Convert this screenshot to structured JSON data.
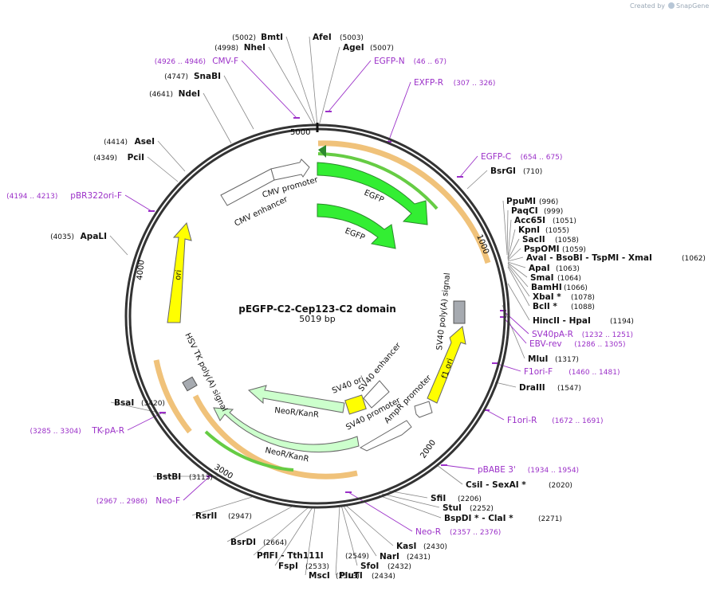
{
  "credit": "Created by",
  "brand": "SnapGene",
  "plasmid": {
    "name": "pEGFP-C2-Cep123-C2 domain",
    "size": "5019 bp"
  },
  "ruler": [
    "5000",
    "1000",
    "2000",
    "3000",
    "4000"
  ],
  "enzymes": [
    {
      "name": "BmtI",
      "pos": "(5002)"
    },
    {
      "name": "NheI",
      "pos": "(4998)"
    },
    {
      "name": "AfeI",
      "pos": "(5003)"
    },
    {
      "name": "AgeI",
      "pos": "(5007)"
    },
    {
      "name": "SnaBI",
      "pos": "(4747)"
    },
    {
      "name": "NdeI",
      "pos": "(4641)"
    },
    {
      "name": "AseI",
      "pos": "(4414)"
    },
    {
      "name": "PciI",
      "pos": "(4349)"
    },
    {
      "name": "ApaLI",
      "pos": "(4035)"
    },
    {
      "name": "BsrGI",
      "pos": "(710)"
    },
    {
      "name": "PpuMI",
      "pos": "(996)"
    },
    {
      "name": "PaqCI",
      "pos": "(999)"
    },
    {
      "name": "Acc65I",
      "pos": "(1051)"
    },
    {
      "name": "KpnI",
      "pos": "(1055)"
    },
    {
      "name": "SacII",
      "pos": "(1058)"
    },
    {
      "name": "PspOMI",
      "pos": "(1059)"
    },
    {
      "name": "AvaI - BsoBI - TspMI - XmaI",
      "pos": "(1062)"
    },
    {
      "name": "ApaI",
      "pos": "(1063)"
    },
    {
      "name": "SmaI",
      "pos": "(1064)"
    },
    {
      "name": "BamHI",
      "pos": "(1066)"
    },
    {
      "name": "XbaI *",
      "pos": "(1078)"
    },
    {
      "name": "BclI *",
      "pos": "(1088)"
    },
    {
      "name": "HincII - HpaI",
      "pos": "(1194)"
    },
    {
      "name": "MluI",
      "pos": "(1317)"
    },
    {
      "name": "DraIII",
      "pos": "(1547)"
    },
    {
      "name": "CsiI - SexAI *",
      "pos": "(2020)"
    },
    {
      "name": "SfiI",
      "pos": "(2206)"
    },
    {
      "name": "StuI",
      "pos": "(2252)"
    },
    {
      "name": "BspDI * - ClaI *",
      "pos": "(2271)"
    },
    {
      "name": "KasI",
      "pos": "(2430)"
    },
    {
      "name": "NarI",
      "pos": "(2431)"
    },
    {
      "name": "SfoI",
      "pos": "(2432)"
    },
    {
      "name": "PluTI",
      "pos": "(2434)"
    },
    {
      "name": "MscI",
      "pos": "(2513)"
    },
    {
      "name": "FspI",
      "pos": "(2533)"
    },
    {
      "name": "PflFI - Tth111I",
      "pos": "(2549)"
    },
    {
      "name": "BsrDI",
      "pos": "(2664)"
    },
    {
      "name": "RsrII",
      "pos": "(2947)"
    },
    {
      "name": "BstBI",
      "pos": "(3113)"
    },
    {
      "name": "BsaI",
      "pos": "(3420)"
    }
  ],
  "primers": [
    {
      "name": "CMV-F",
      "pos": "(4926 .. 4946)"
    },
    {
      "name": "EGFP-N",
      "pos": "(46 .. 67)"
    },
    {
      "name": "EXFP-R",
      "pos": "(307 .. 326)"
    },
    {
      "name": "EGFP-C",
      "pos": "(654 .. 675)"
    },
    {
      "name": "pBR322ori-F",
      "pos": "(4194 .. 4213)"
    },
    {
      "name": "SV40pA-R",
      "pos": "(1232 .. 1251)"
    },
    {
      "name": "EBV-rev",
      "pos": "(1286 .. 1305)"
    },
    {
      "name": "F1ori-F",
      "pos": "(1460 .. 1481)"
    },
    {
      "name": "F1ori-R",
      "pos": "(1672 .. 1691)"
    },
    {
      "name": "pBABE 3'",
      "pos": "(1934 .. 1954)"
    },
    {
      "name": "Neo-R",
      "pos": "(2357 .. 2376)"
    },
    {
      "name": "Neo-F",
      "pos": "(2967 .. 2986)"
    },
    {
      "name": "TK-pA-R",
      "pos": "(3285 .. 3304)"
    }
  ],
  "features": [
    {
      "name": "CMV promoter"
    },
    {
      "name": "CMV enhancer"
    },
    {
      "name": "EGFP"
    },
    {
      "name": "EGFP"
    },
    {
      "name": "ori"
    },
    {
      "name": "SV40 poly(A) signal"
    },
    {
      "name": "f1 ori"
    },
    {
      "name": "HSV TK poly(A) signal"
    },
    {
      "name": "SV40 ori"
    },
    {
      "name": "SV40 enhancer"
    },
    {
      "name": "AmpR promoter"
    },
    {
      "name": "SV40 promoter"
    },
    {
      "name": "NeoR/KanR"
    },
    {
      "name": "NeoR/KanR"
    }
  ],
  "colors": {
    "backbone": "#333333",
    "feature_green": "#33ee33",
    "feature_yellow": "#ffff00",
    "feature_light_green": "#ccffcc",
    "feature_gray": "#a6aab0",
    "primer": "#9b30c8",
    "orf_orange": "#f0c27a"
  }
}
